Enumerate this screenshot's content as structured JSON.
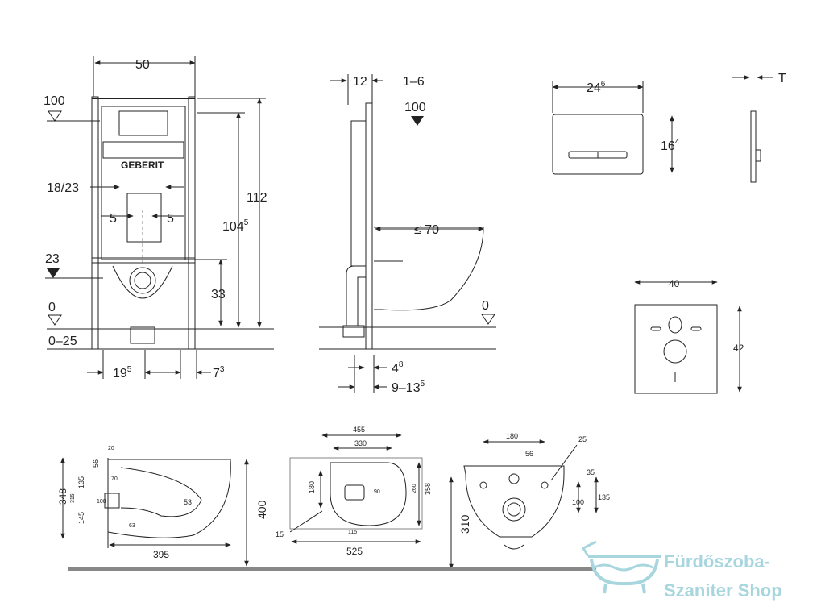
{
  "front_view": {
    "width_50": "50",
    "level_100": "100",
    "dim_18_23": "18/23",
    "dim_5_left": "5",
    "dim_5_right": "5",
    "height_112": "112",
    "height_1045_main": "104",
    "height_1045_sup": "5",
    "level_23": "23",
    "height_33": "33",
    "level_0": "0",
    "range_0_25": "0–25",
    "dim_195_main": "19",
    "dim_195_sup": "5",
    "dim_73_main": "7",
    "dim_73_sup": "3",
    "brand": "GEBERIT"
  },
  "side_view": {
    "dim_12": "12",
    "dim_1_6": "1–6",
    "level_100": "100",
    "dim_le70": "≤ 70",
    "level_0": "0",
    "dim_48_main": "4",
    "dim_48_sup": "8",
    "dim_9_135_main": "9–13",
    "dim_9_135_sup": "5"
  },
  "flush_plate": {
    "width_main": "24",
    "width_sup": "6",
    "height_main": "16",
    "height_sup": "4",
    "thickness": "T"
  },
  "insulation_pad": {
    "width": "40",
    "height": "42"
  },
  "toilet_side": {
    "d_20": "20",
    "d_56": "56",
    "d_348": "348",
    "d_315": "315",
    "d_135": "135",
    "d_145": "145",
    "d_70": "70",
    "d_100": "100",
    "d_53": "53",
    "d_63": "63",
    "d_395": "395",
    "d_400": "400"
  },
  "toilet_top": {
    "d_455": "455",
    "d_330": "330",
    "d_180": "180",
    "d_90": "90",
    "d_260": "260",
    "d_358": "358",
    "d_15": "15",
    "d_115": "115",
    "d_525": "525"
  },
  "toilet_back": {
    "d_180": "180",
    "d_56": "56",
    "d_25": "25",
    "d_35": "35",
    "d_100": "100",
    "d_135": "135",
    "d_310": "310"
  },
  "watermark": {
    "line1": "Fürdőszoba-",
    "line2": "Szaniter Shop",
    "color": "#a8d6de"
  }
}
